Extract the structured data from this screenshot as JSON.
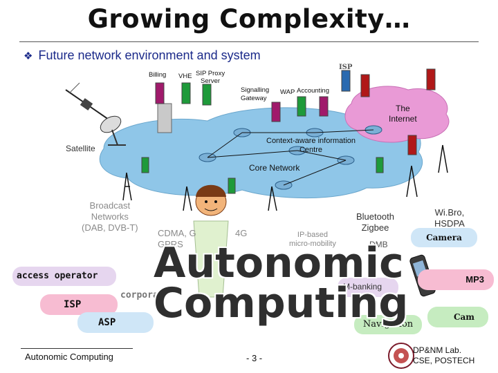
{
  "title": "Growing Complexity…",
  "bullet": "Future network environment and system",
  "labels": {
    "billing": "Billing",
    "vhe": "VHE",
    "sip": "SIP Proxy\nServer",
    "isp_top": "ISP",
    "signalling": "Signalling\nGateway",
    "wap": "WAP",
    "accounting": "Accounting",
    "internet": "The\nInternet",
    "satellite": "Satellite",
    "context": "Context-aware information\nCentre",
    "core": "Core Network",
    "broadcast": "Broadcast\nNetworks\n(DAB, DVB-T)",
    "cdma": "CDMA, G\nGPRS",
    "fourg": "4G",
    "ipbased": "IP-based\nmicro-mobility",
    "bluetooth": "Bluetooth\nZigbee",
    "wibro": "Wi.Bro,\nHSDPA",
    "dmb": "DMB",
    "camera": "Camera",
    "mp3": "MP3",
    "cam": "Cam",
    "access_operator": "access operator",
    "isp_bottom": "ISP",
    "asp": "ASP",
    "corporate": "corpora",
    "mbanking": "M-banking",
    "navigation": "Navigation",
    "autonomic_line1": "Autonomic",
    "autonomic_line2": "Computing"
  },
  "footer": {
    "left": "Autonomic Computing",
    "page": "- 3 -",
    "lab_line1": "DP&NM Lab.",
    "lab_line2": "CSE, POSTECH"
  },
  "colors": {
    "cloud": "#8fc6e8",
    "pill_blue": "#cfe6f7",
    "pill_pink": "#f7bcd2",
    "pill_green": "#c6ecc0",
    "pill_purple": "#e6d6ef",
    "internet_cloud": "#e99ad6"
  },
  "icons": [
    "satellite-icon",
    "dish-icon",
    "server-rack-icon",
    "router-icon",
    "antenna-tower-icon",
    "cartoon-person-icon",
    "mobile-phone-icon",
    "university-seal-icon"
  ]
}
